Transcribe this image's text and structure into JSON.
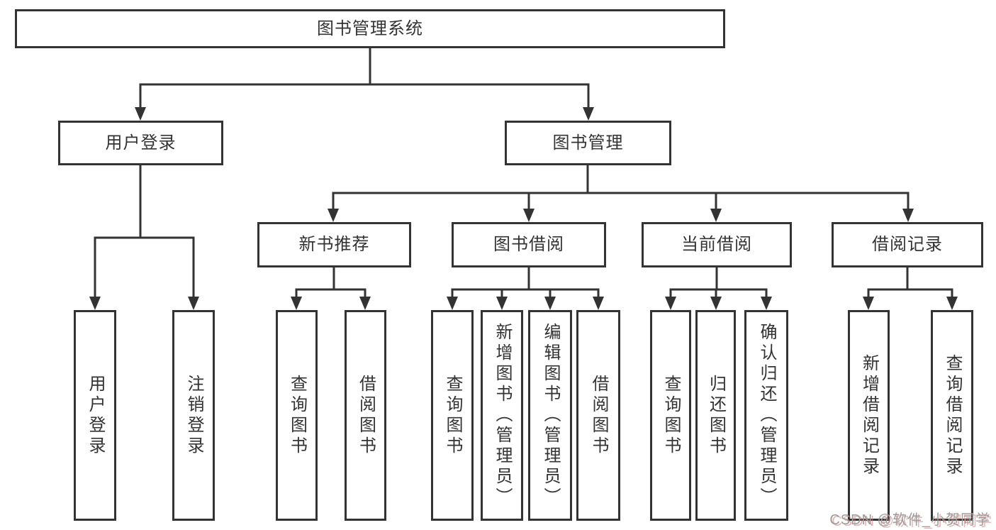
{
  "diagram": {
    "watermark": "CSDN @软件_小贺同学",
    "colors": {
      "line": "#333333",
      "box_border": "#333333",
      "text": "#333333",
      "background": "#ffffff",
      "watermark_gray": "#9c9c9c",
      "watermark_red": "#d67474"
    },
    "tree": {
      "label": "图书管理系统",
      "children": [
        {
          "label": "用户登录",
          "children": [
            {
              "label": "用户登录"
            },
            {
              "label": "注销登录"
            }
          ]
        },
        {
          "label": "图书管理",
          "children": [
            {
              "label": "新书推荐",
              "children": [
                {
                  "label": "查询图书"
                },
                {
                  "label": "借阅图书"
                }
              ]
            },
            {
              "label": "图书借阅",
              "children": [
                {
                  "label": "查询图书"
                },
                {
                  "label": "新增图书（管理员）"
                },
                {
                  "label": "编辑图书（管理员）"
                },
                {
                  "label": "借阅图书"
                }
              ]
            },
            {
              "label": "当前借阅",
              "children": [
                {
                  "label": "查询图书"
                },
                {
                  "label": "归还图书"
                },
                {
                  "label": "确认归还（管理员）"
                }
              ]
            },
            {
              "label": "借阅记录",
              "children": [
                {
                  "label": "新增借阅记录"
                },
                {
                  "label": "查询借阅记录"
                }
              ]
            }
          ]
        }
      ]
    }
  }
}
